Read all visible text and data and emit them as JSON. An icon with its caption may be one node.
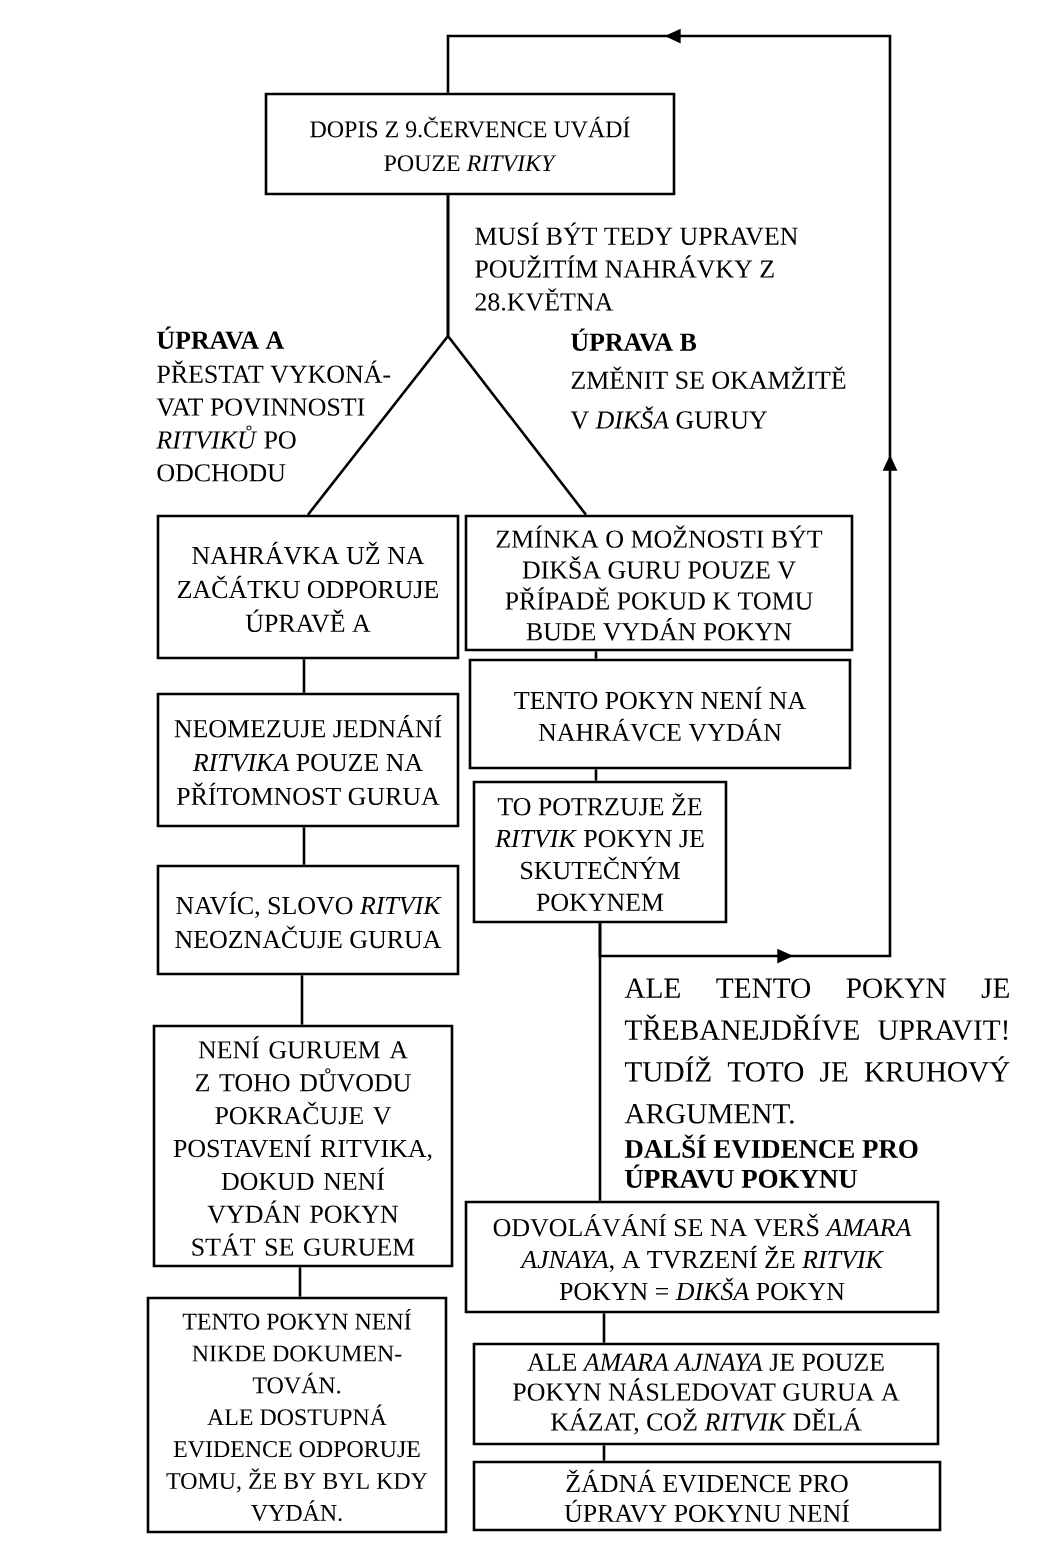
{
  "diagram": {
    "nodes": [
      {
        "text": [
          "DOPIS Z 9.ČERVENCE UVÁDÍ POUZE *RITVIKY*"
        ]
      },
      {
        "text": [
          "NAHRÁVKA UŽ NA ZAČÁTKU ODPORUJE ÚPRAVĚ A"
        ]
      },
      {
        "text": [
          "NEOMEZUJE JEDNÁNÍ *RITVIKA* POUZE NA PŘÍTOMNOST GURUA"
        ]
      },
      {
        "text": [
          "NAVÍC, SLOVO *RITVIK* NEOZNAČUJE GURUA"
        ]
      },
      {
        "text": [
          "NENÍ GURUEM A Z TOHO DŮVODU POKRAČUJE V POSTAVENÍ RITVIKA, DOKUD NENÍ VYDÁN POKYN STÁT SE GURUEM"
        ]
      },
      {
        "text": [
          "TENTO POKYN NENÍ NIKDE DOKUMEN-TOVÁN.",
          "ALE DOSTUPNÁ EVIDENCE ODPORUJE TOMU, ŽE BY BYL KDY VYDÁN."
        ]
      },
      {
        "text": [
          "ZMÍNKA O MOŽNOSTI BÝT DIKŠA GURU POUZE V PŘÍPADĚ POKUD K TOMU BUDE VYDÁN POKYN"
        ]
      },
      {
        "text": [
          "TENTO POKYN NENÍ NA NAHRÁVCE VYDÁN"
        ]
      },
      {
        "text": [
          "TO POTRZUJE ŽE *RITVIK* POKYN JE SKUTEČNÝM POKYNEM"
        ]
      },
      {
        "text": [
          "ODVOLÁVÁNÍ SE NA VERŠ *AMARA AJNAYA*, A TVRZENÍ ŽE *RITVIK* POKYN = *DIKŠA* POKYN"
        ]
      },
      {
        "text": [
          "ALE *AMARA AJNAYA* JE POUZE POKYN NÁSLEDOVAT GURUA A KÁZAT, COŽ *RITVIK* DĚLÁ"
        ]
      },
      {
        "text": [
          "ŽÁDNÁ EVIDENCE PRO ÚPRAVY POKYNU NENÍ"
        ]
      }
    ],
    "edges": [
      {
        "from": 0,
        "to": 1,
        "arrow": "none"
      },
      {
        "from": 0,
        "to": 6,
        "arrow": "none"
      },
      {
        "from": 1,
        "to": 2,
        "arrow": "none"
      },
      {
        "from": 2,
        "to": 3,
        "arrow": "none"
      },
      {
        "from": 3,
        "to": 4,
        "arrow": "none"
      },
      {
        "from": 4,
        "to": 5,
        "arrow": "none"
      },
      {
        "from": 6,
        "to": 7,
        "arrow": "none"
      },
      {
        "from": 7,
        "to": 8,
        "arrow": "none"
      },
      {
        "from": 8,
        "to": 0,
        "arrow": "to"
      },
      {
        "from": 8,
        "to": 9,
        "arrow": "none"
      },
      {
        "from": 9,
        "to": 10,
        "arrow": "none"
      },
      {
        "from": 10,
        "to": 11,
        "arrow": "none"
      }
    ],
    "labels": [
      "MUSÍ BÝT TEDY UPRAVEN POUŽITÍM NAHRÁVKY Z 28.KVĚTNA",
      "ÚPRAVA A",
      "PŘESTAT VYKONÁ-VAT POVINNOSTI *RITVIKŮ* PO ODCHODU",
      "ÚPRAVA B",
      "ZMĚNIT SE OKAMŽITĚ V *DIKŠA* GURUY",
      "ALE TENTO POKYN JE TŘEBANEJDŘÍVE UPRAVIT! TUDÍŽ TOTO JE KRUHOVÝ ARGUMENT.",
      "DALŠÍ EVIDENCE PRO ÚPRAVU POKYNU"
    ]
  }
}
